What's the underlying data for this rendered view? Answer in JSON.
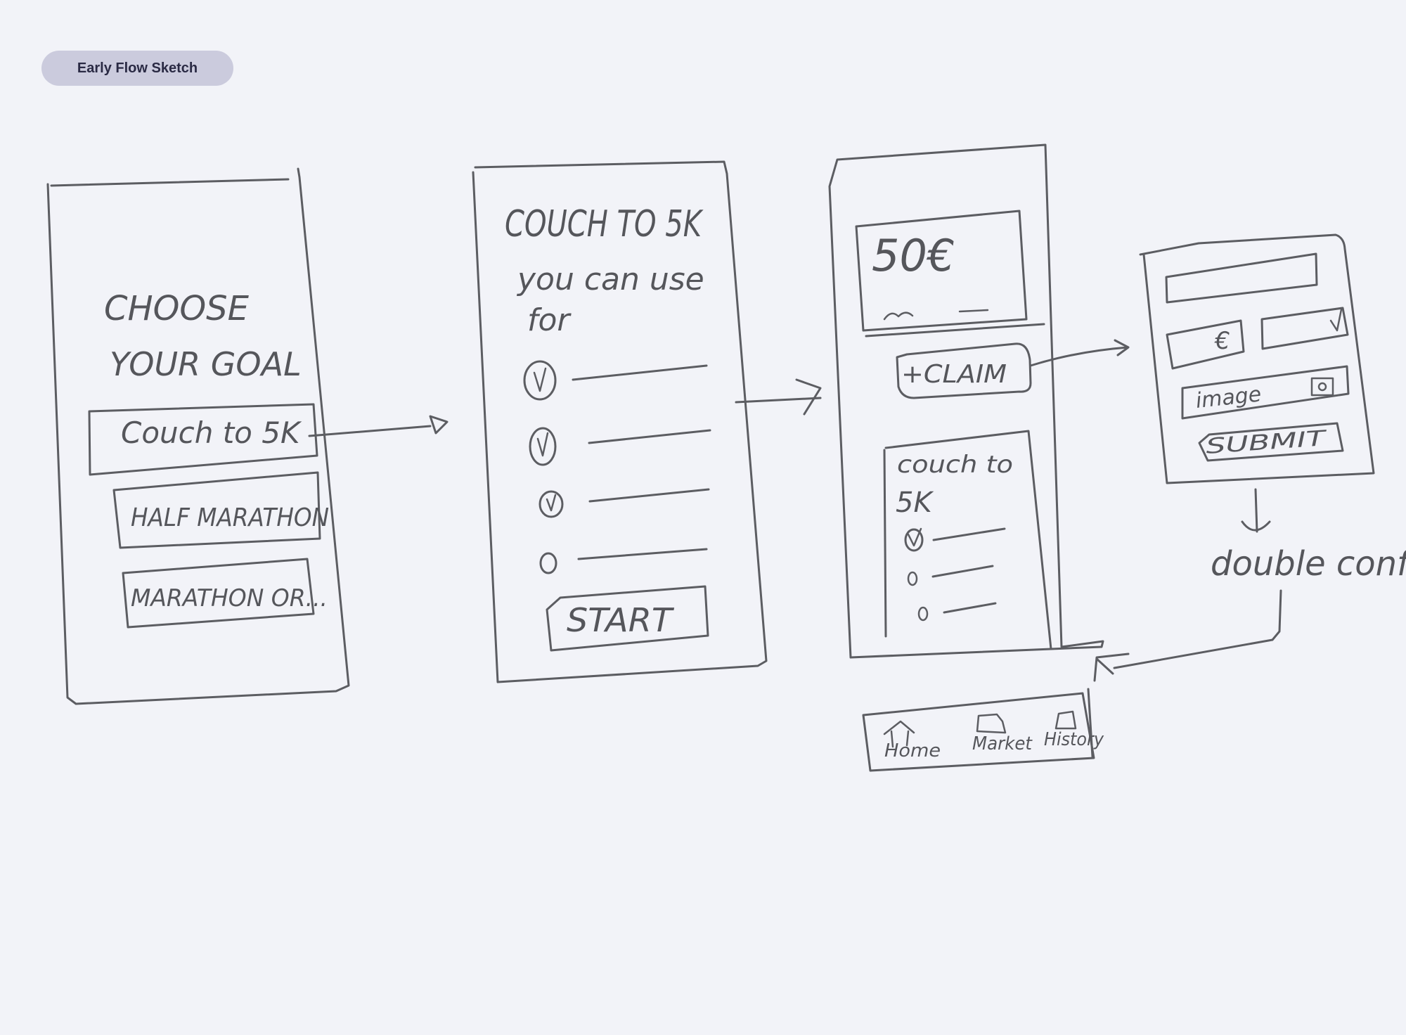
{
  "header": {
    "badge": "Early Flow Sketch"
  },
  "screen1": {
    "title_line1": "CHOOSE",
    "title_line2": "YOUR GOAL",
    "options": [
      "Couch to 5K",
      "HALF MARATHON",
      "MARATHON OR..."
    ]
  },
  "screen2": {
    "title": "COUCH TO 5K",
    "subtitle_line1": "you can use",
    "subtitle_line2": "for",
    "start_label": "START"
  },
  "screen3": {
    "amount": "50€",
    "claim_label": "+CLAIM",
    "card_line1": "couch to",
    "card_line2": "5K"
  },
  "tabbar": {
    "items": [
      "Home",
      "Market",
      "History"
    ]
  },
  "screen4": {
    "currency": "€",
    "image_label": "image",
    "submit_label": "SUBMIT"
  },
  "annotation": {
    "text": "double conf"
  },
  "palette": {
    "background": "#f2f3f8",
    "ink": "#5c5d62",
    "badge": "#cbcbdd"
  }
}
